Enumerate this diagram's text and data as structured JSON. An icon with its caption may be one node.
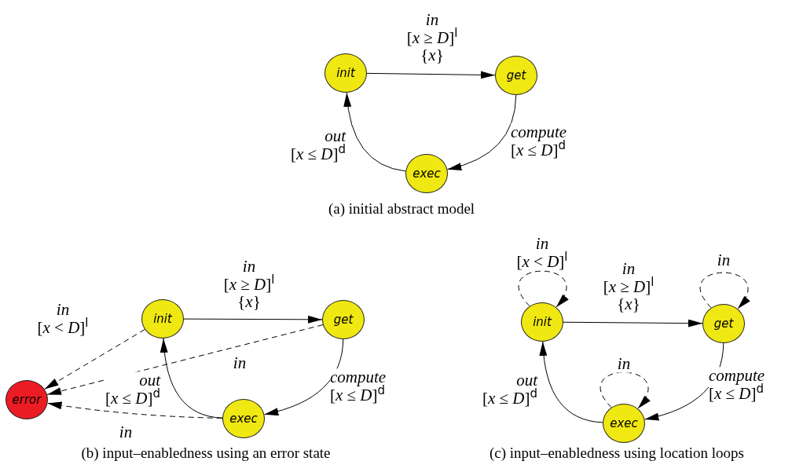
{
  "diagram": {
    "nodes": [
      {
        "text": [
          "init"
        ]
      },
      {
        "text": [
          "get"
        ]
      },
      {
        "text": [
          "exec"
        ]
      },
      {
        "text": [
          "init"
        ]
      },
      {
        "text": [
          "get"
        ]
      },
      {
        "text": [
          "error"
        ]
      },
      {
        "text": [
          "exec"
        ]
      },
      {
        "text": [
          "init"
        ]
      },
      {
        "text": [
          "get"
        ]
      },
      {
        "text": [
          "exec"
        ]
      }
    ],
    "edges": [
      {
        "from": 0,
        "to": 1,
        "arrow": "to",
        "label": "*in* [*x* ≥ *D*]$^{l}$ {*x*}"
      },
      {
        "from": 1,
        "to": 2,
        "arrow": "to",
        "label": "*compute* [*x* ≤ *D*]$^{d}$"
      },
      {
        "from": 2,
        "to": 0,
        "arrow": "to",
        "label": "*out* [*x* ≤ *D*]$^{d}$"
      },
      {
        "from": 3,
        "to": 4,
        "arrow": "to",
        "label": "*in* [*x* ≥ *D*]$^{l}$ {*x*}"
      },
      {
        "from": 4,
        "to": 6,
        "arrow": "to",
        "label": "*compute* [*x* ≤ *D*]$^{d}$"
      },
      {
        "from": 6,
        "to": 3,
        "arrow": "to",
        "label": "*out* [*x* ≤ *D*]$^{d}$"
      },
      {
        "from": 3,
        "to": 5,
        "arrow": "to",
        "style": "dashed",
        "label": "*in* [*x* < *D*]$^{l}$"
      },
      {
        "from": 4,
        "to": 5,
        "arrow": "to",
        "style": "dashed",
        "label": "*in*"
      },
      {
        "from": 6,
        "to": 5,
        "arrow": "to",
        "style": "dashed",
        "label": "*in*"
      },
      {
        "from": 7,
        "to": 8,
        "arrow": "to",
        "label": "*in* [*x* ≥ *D*]$^{l}$ {*x*}"
      },
      {
        "from": 8,
        "to": 9,
        "arrow": "to",
        "label": "*compute* [*x* ≤ *D*]$^{d}$"
      },
      {
        "from": 9,
        "to": 7,
        "arrow": "to",
        "label": "*out* [*x* ≤ *D*]$^{d}$"
      },
      {
        "from": 7,
        "to": 7,
        "arrow": "to",
        "style": "dashed",
        "label": "*in* [*x* < *D*]$^{l}$"
      },
      {
        "from": 8,
        "to": 8,
        "arrow": "to",
        "style": "dashed",
        "label": "*in*"
      },
      {
        "from": 9,
        "to": 9,
        "arrow": "to",
        "style": "dashed",
        "label": "*in*"
      }
    ],
    "labels": [
      "(a) initial abstract model",
      "(b) input–enabledness using an error state",
      "(c) input–enabledness using location loops"
    ]
  }
}
